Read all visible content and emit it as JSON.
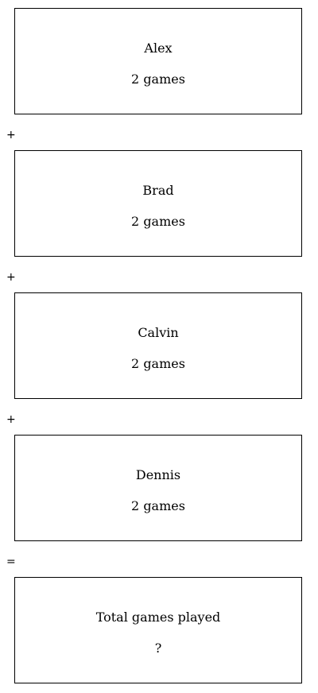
{
  "boxes": [
    {
      "name": "Alex",
      "value": "2 games"
    },
    {
      "name": "Brad",
      "value": "2 games"
    },
    {
      "name": "Calvin",
      "value": "2 games"
    },
    {
      "name": "Dennis",
      "value": "2 games"
    },
    {
      "name": "Total games played",
      "value": "?"
    }
  ],
  "operators": [
    "+",
    "+",
    "+",
    "="
  ]
}
